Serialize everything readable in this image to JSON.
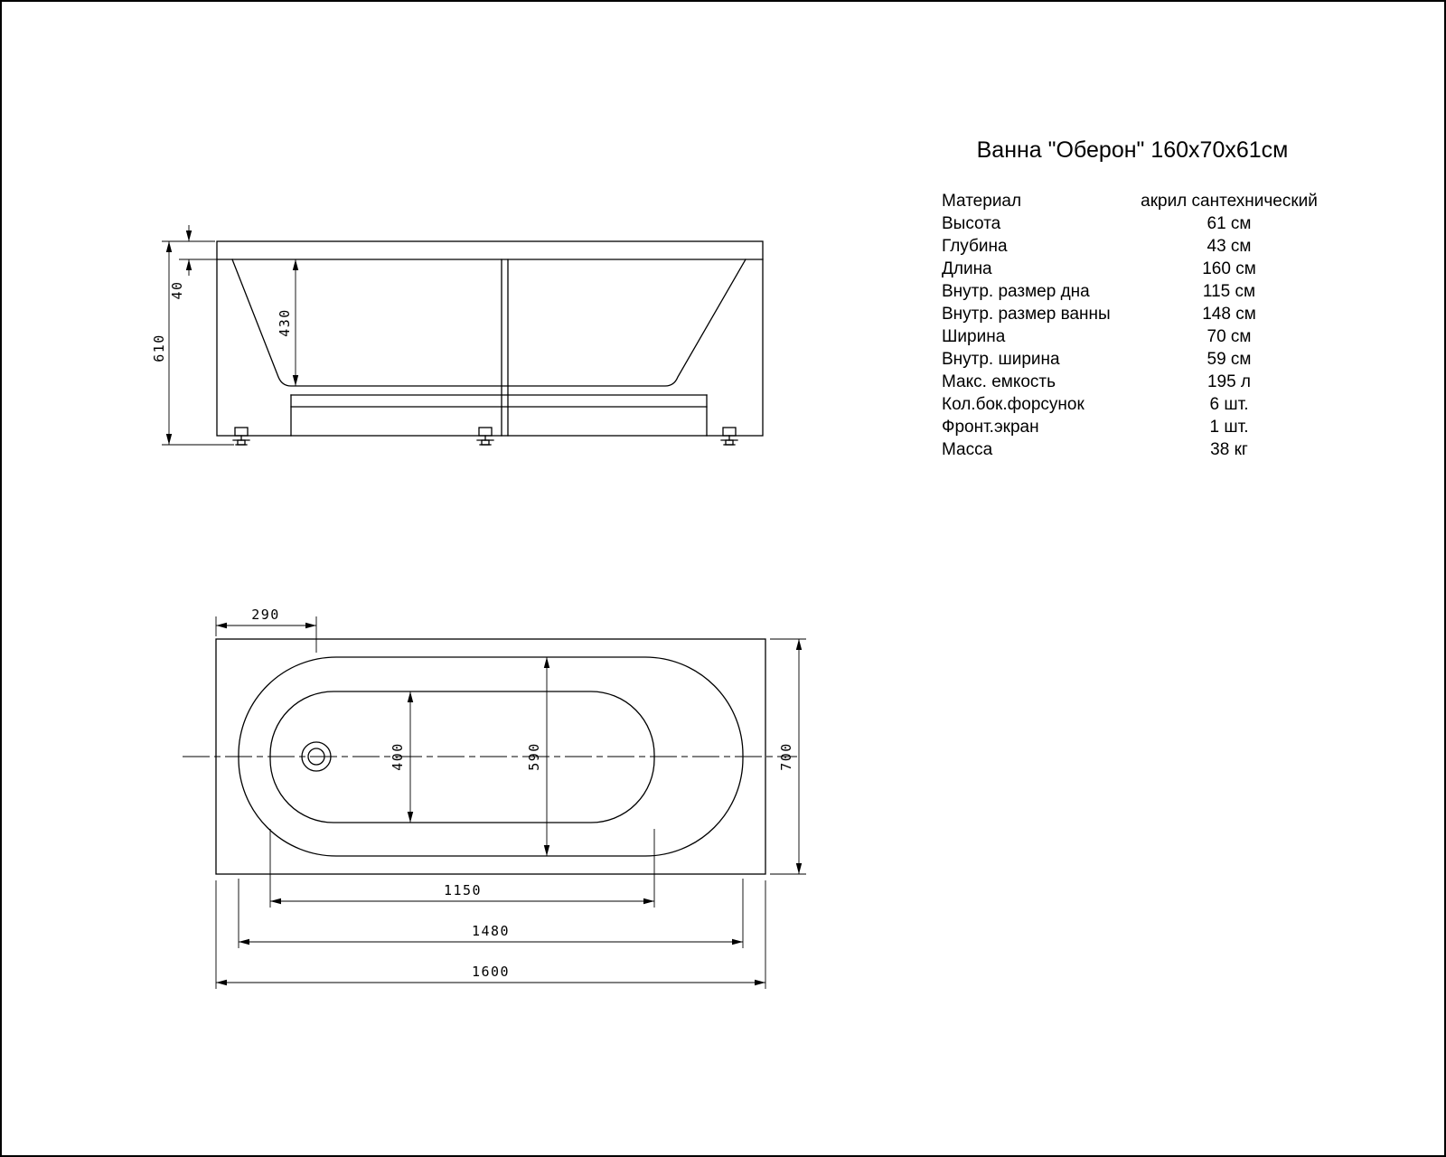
{
  "title": "Ванна \"Оберон\" 160х70х61см",
  "specs": {
    "rows": [
      {
        "label": "Материал",
        "value": "акрил сантехнический"
      },
      {
        "label": "Высота",
        "value": "61 см"
      },
      {
        "label": "Глубина",
        "value": "43 см"
      },
      {
        "label": "Длина",
        "value": "160 см"
      },
      {
        "label": "Внутр. размер дна",
        "value": "115 см"
      },
      {
        "label": "Внутр. размер ванны",
        "value": "148 см"
      },
      {
        "label": "Ширина",
        "value": "70 см"
      },
      {
        "label": "Внутр. ширина",
        "value": "59 см"
      },
      {
        "label": "Макс. емкость",
        "value": "195 л"
      },
      {
        "label": "Кол.бок.форсунок",
        "value": "6 шт."
      },
      {
        "label": "Фронт.экран",
        "value": "1 шт."
      },
      {
        "label": "Масса",
        "value": "38 кг"
      }
    ]
  },
  "side_view": {
    "dims": {
      "total_height": "610",
      "rim_thickness": "40",
      "inner_depth": "430"
    }
  },
  "top_view": {
    "dims": {
      "drain_offset": "290",
      "bottom_width": "400",
      "inner_width": "590",
      "overall_width": "700",
      "bottom_length": "1150",
      "inner_length": "1480",
      "overall_length": "1600"
    }
  }
}
